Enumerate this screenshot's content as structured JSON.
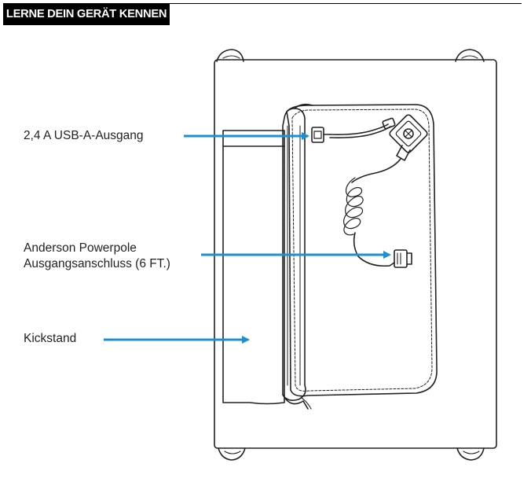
{
  "header": {
    "title": "LERNE DEIN GERÄT KENNEN"
  },
  "callouts": {
    "usb": "2,4 A USB-A-Ausgang",
    "anderson_line1": "Anderson Powerpole",
    "anderson_line2": "Ausgangsanschluss (6 FT.)",
    "kickstand": "Kickstand"
  },
  "colors": {
    "arrow": "#1e8fd0",
    "line": "#222222",
    "header_bg": "#000000"
  }
}
